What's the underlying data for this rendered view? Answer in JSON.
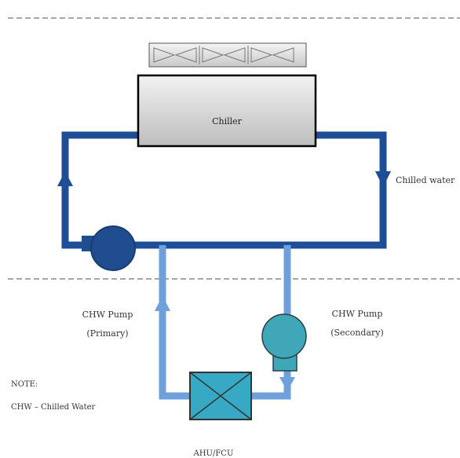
{
  "labels": {
    "chiller": "Chiller",
    "chilled_water": "Chilled water",
    "primary_pump_l1": "CHW Pump",
    "primary_pump_l2": "(Primary)",
    "secondary_pump_l1": "CHW Pump",
    "secondary_pump_l2": "(Secondary)",
    "note_title": "NOTE:",
    "note_text": "CHW – Chilled Water",
    "ahu": "AHU/FCU"
  },
  "colors": {
    "primary_loop": "#1e4e96",
    "secondary_loop": "#6fa0dc",
    "primary_pump": "#1f4d8f",
    "secondary_pump": "#3fa7b8",
    "ahu": "#37a9c4",
    "chiller_fill": "#d4d4d4",
    "dashed_line": "#8a8a8a"
  }
}
